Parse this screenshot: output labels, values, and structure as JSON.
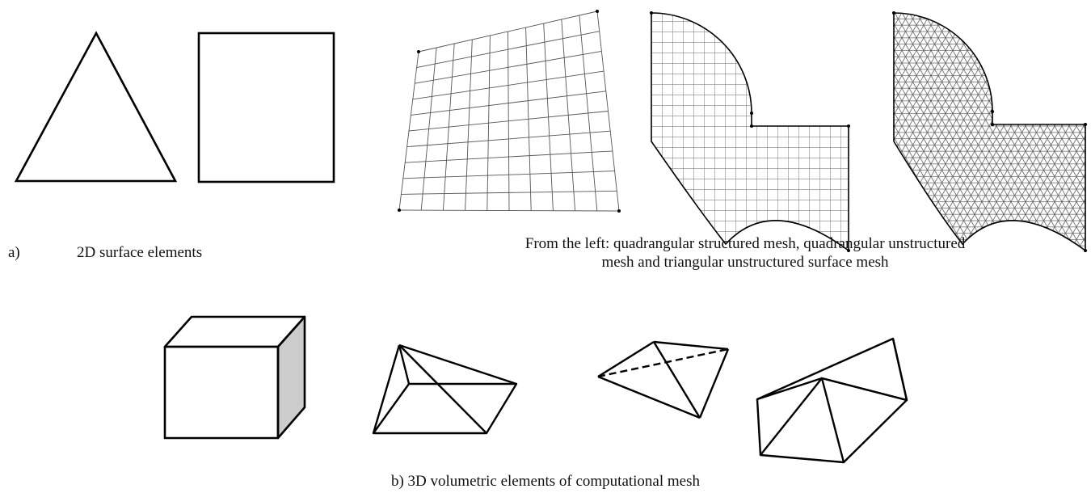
{
  "panel_a": {
    "label": "a)",
    "caption": "2D surface elements",
    "elements": [
      "triangle",
      "quadrilateral"
    ],
    "mesh_caption_line1": "From the left: quadrangular structured mesh, quadrangular unstructured",
    "mesh_caption_line2": "mesh and triangular unstructured surface mesh",
    "meshes": [
      "quadrangular structured mesh",
      "quadrangular unstructured mesh",
      "triangular unstructured surface mesh"
    ]
  },
  "panel_b": {
    "caption": "b) 3D volumetric elements of computational mesh",
    "elements": [
      "hexahedron",
      "pyramid",
      "tetrahedron",
      "prism"
    ]
  },
  "colors": {
    "stroke": "#000000",
    "mesh_line": "#555555",
    "shaded_face": "#cccccc"
  }
}
